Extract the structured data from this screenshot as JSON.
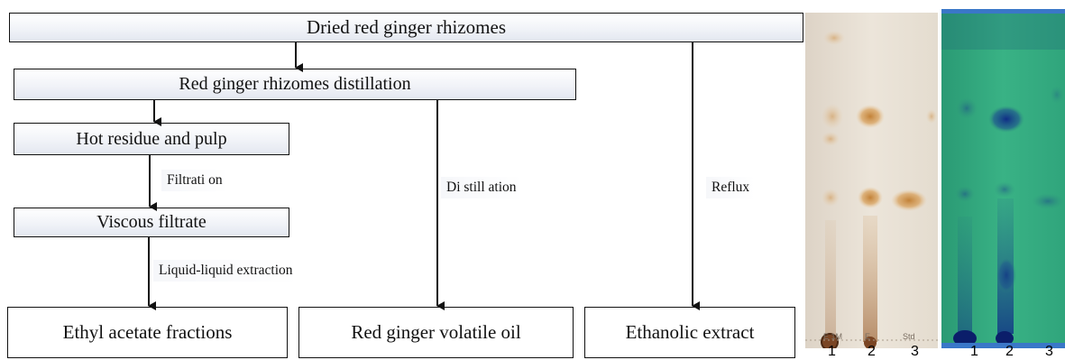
{
  "flowchart": {
    "nodes": {
      "dried": "Dried red ginger rhizomes",
      "distill": "Red ginger rhizomes distillation",
      "residue": "Hot residue and pulp",
      "filtrate": "Viscous filtrate",
      "ethyl": "Ethyl acetate fractions",
      "oil": "Red ginger volatile oil",
      "ethanolic": "Ethanolic extract"
    },
    "edge_labels": {
      "filtration": "Filtrati on",
      "lle": "Liquid-liquid extraction",
      "distillation": "Di still ation",
      "reflux": "Reflux"
    }
  },
  "tlc_visible": {
    "spot_labels": [
      "E 1M",
      "E",
      "Std"
    ],
    "lanes": [
      "1",
      "2",
      "3"
    ],
    "colors": {
      "plate": "#e8ded0",
      "spot": "#b8742c",
      "rim": "#6b3d1f"
    }
  },
  "tlc_uv": {
    "lanes": [
      "1",
      "2",
      "3"
    ],
    "colors": {
      "plate": "#2fa57c",
      "spot": "#0f2a8a",
      "top_band": "#3a77c8"
    }
  }
}
